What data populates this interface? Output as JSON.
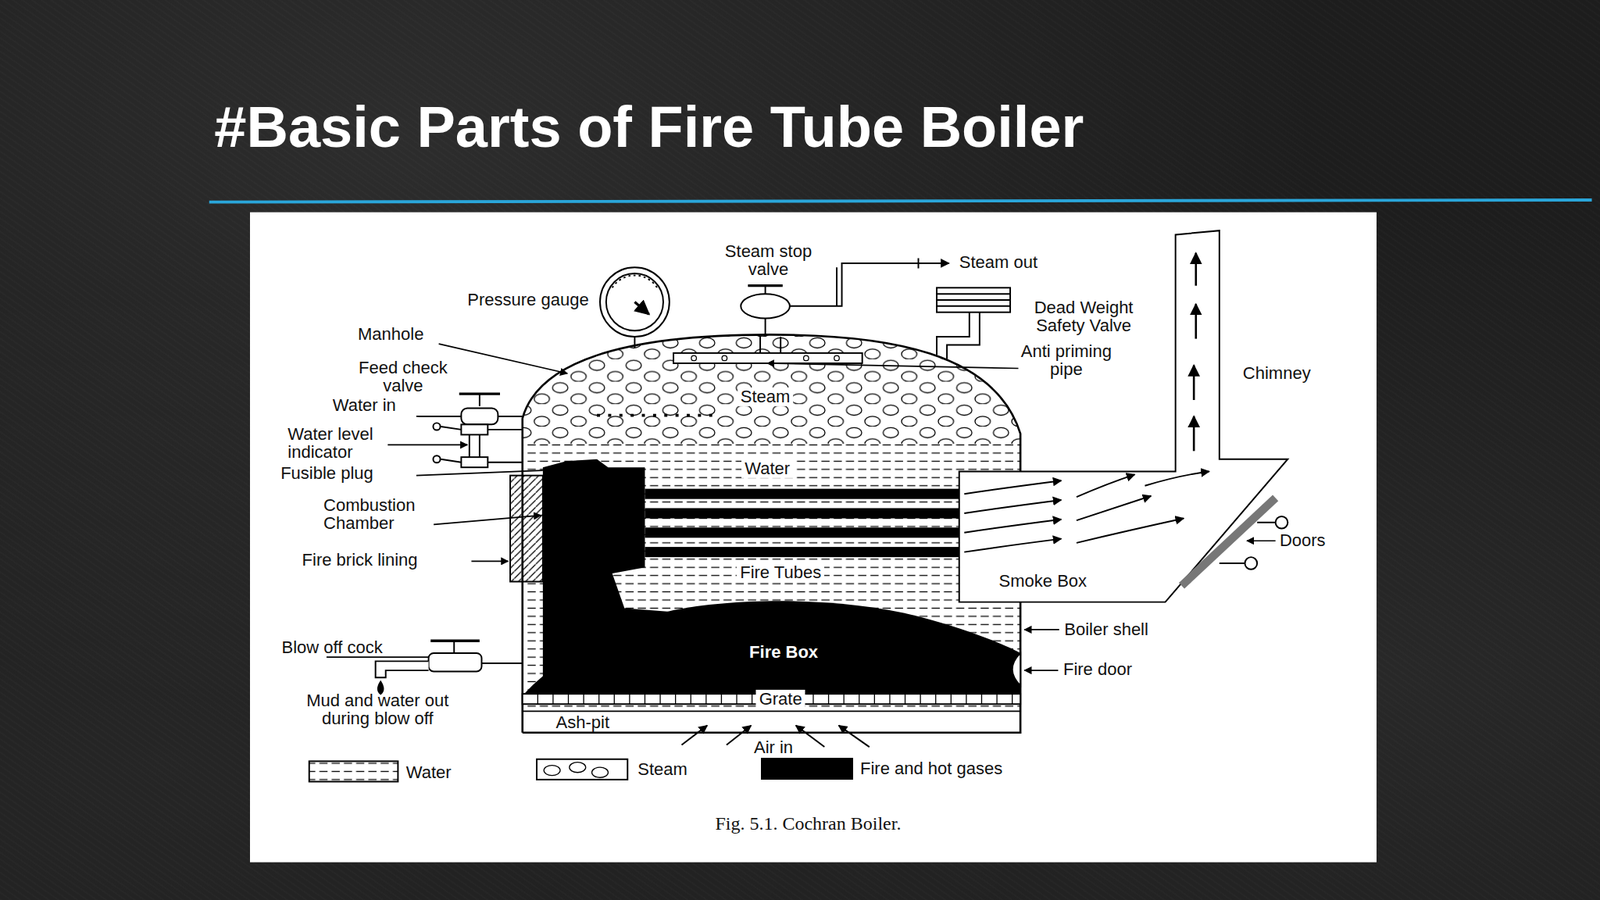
{
  "diagram": {
    "title": "#Basic Parts of Fire Tube Boiler",
    "caption": "Fig. 5.1. Cochran Boiler.",
    "nodes": [
      {
        "text": [
          "Steam"
        ]
      },
      {
        "text": [
          "Water"
        ]
      },
      {
        "text": [
          "Fire Tubes"
        ]
      },
      {
        "text": [
          "Fire Box"
        ]
      },
      {
        "text": [
          "Grate"
        ]
      },
      {
        "text": [
          "Ash-pit"
        ]
      },
      {
        "text": [
          "Smoke Box"
        ]
      }
    ],
    "labels": [
      "Steam stop valve",
      "Steam out",
      "Pressure gauge",
      "Dead Weight Safety Valve",
      "Manhole",
      "Anti priming pipe",
      "Feed check valve",
      "Water in",
      "Water level indicator",
      "Fusible plug",
      "Combustion Chamber",
      "Fire brick lining",
      "Chimney",
      "Doors",
      "Boiler shell",
      "Fire door",
      "Blow off cock",
      "Mud and water out during blow off",
      "Air in"
    ],
    "legend": [
      {
        "text": "Water"
      },
      {
        "text": "Steam"
      },
      {
        "text": "Fire and hot gases",
        "color": "#000000"
      }
    ]
  }
}
